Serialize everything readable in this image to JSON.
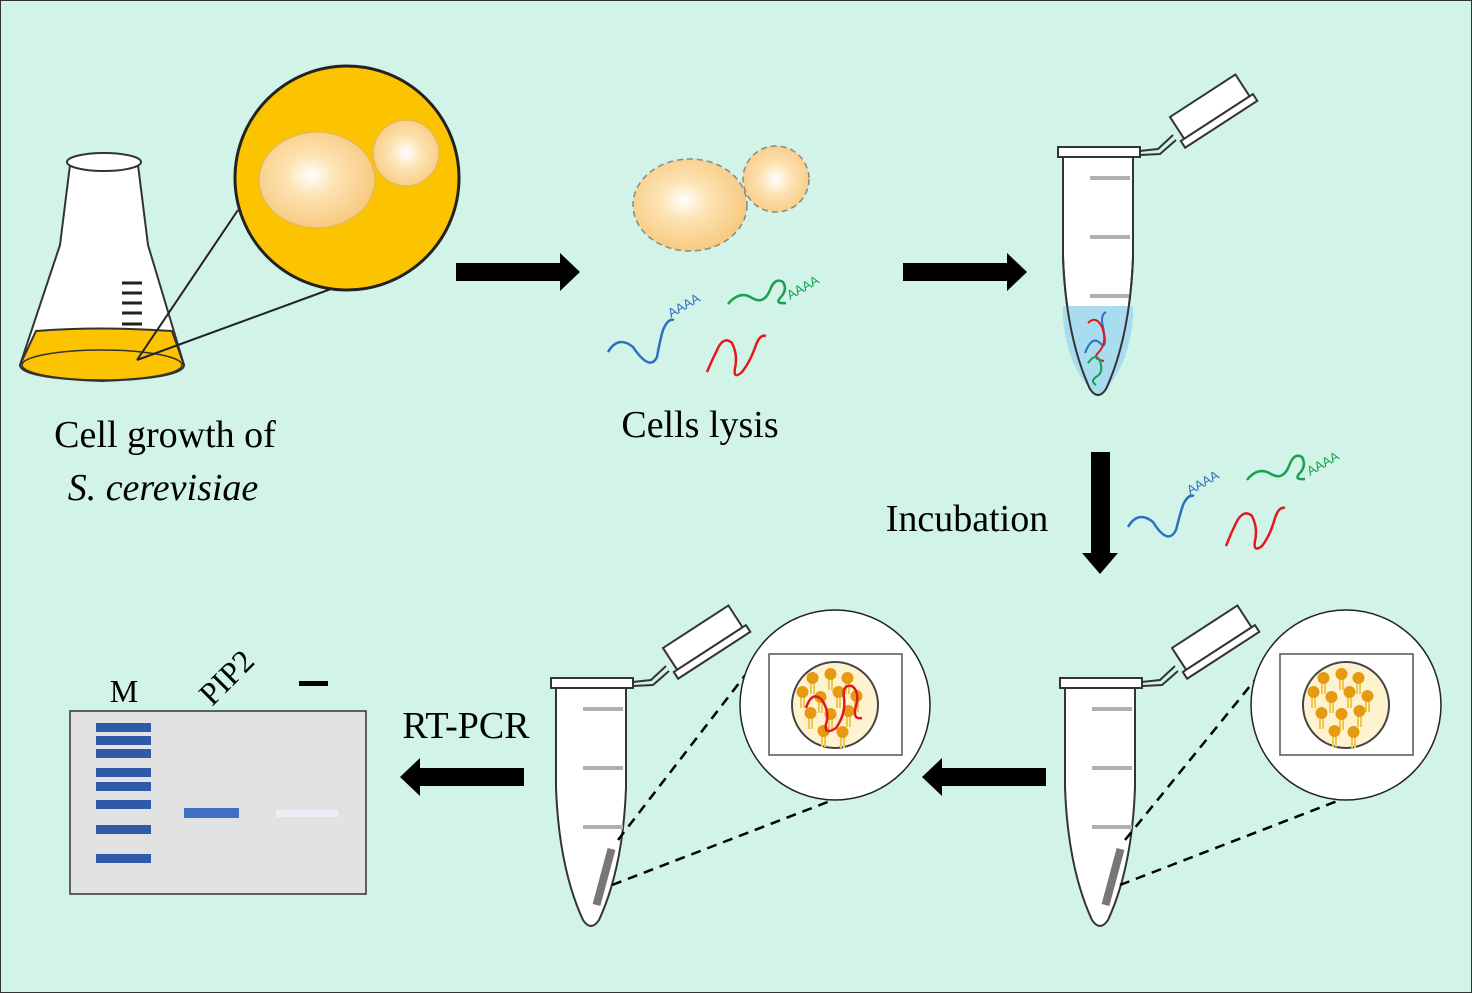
{
  "colors": {
    "background": "#d2f4e8",
    "culture_yellow": "#fcc300",
    "cell_cream": "#fbd99b",
    "mrna_blue": "#2e6fbf",
    "mrna_green": "#19a050",
    "mrna_red": "#e1191e",
    "tube_liquid": "#a9dcee",
    "bead_orange": "#e69a12",
    "gel_band": "#2e5aa8",
    "arrow": "#000000"
  },
  "labels": {
    "growth_line1": "Cell growth of",
    "growth_line2": "S. cerevisiae",
    "lysis": "Cells lysis",
    "incubation": "Incubation",
    "rtpcr": "RT-PCR",
    "polyA": "AAAA"
  },
  "gel": {
    "lane_marker": "M",
    "lane_sample": "PIP2",
    "lane_negative": "–",
    "marker_band_count": 8
  },
  "icons": {
    "flask": "erlenmeyer-flask-icon",
    "yeast": "budding-yeast-cell-icon",
    "tube": "microcentrifuge-tube-icon",
    "beads": "oligo-dT-beads-icon",
    "arrow": "process-arrow-icon"
  }
}
